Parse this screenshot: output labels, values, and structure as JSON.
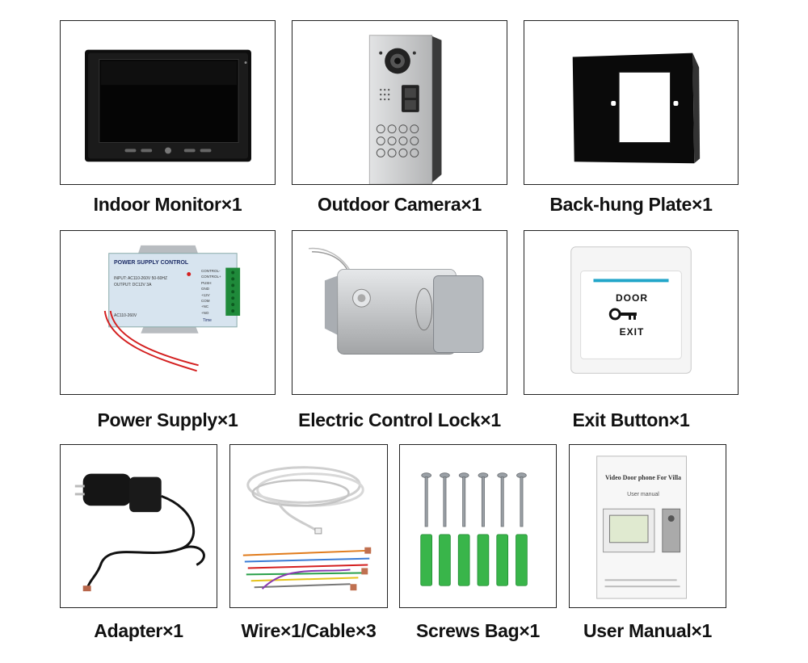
{
  "items": [
    {
      "label": "Indoor Monitor×1",
      "icon": "indoor-monitor-image"
    },
    {
      "label": "Outdoor Camera×1",
      "icon": "outdoor-camera-image"
    },
    {
      "label": "Back-hung Plate×1",
      "icon": "back-hung-plate-image"
    },
    {
      "label": "Power Supply×1",
      "icon": "power-supply-image"
    },
    {
      "label": "Electric Control Lock×1",
      "icon": "electric-lock-image"
    },
    {
      "label": "Exit Button×1",
      "icon": "exit-button-image"
    },
    {
      "label": "Adapter×1",
      "icon": "adapter-image"
    },
    {
      "label": "Wire×1/Cable×3",
      "icon": "wire-cable-image"
    },
    {
      "label": "Screws Bag×1",
      "icon": "screws-bag-image"
    },
    {
      "label": "User Manual×1",
      "icon": "user-manual-image"
    }
  ],
  "power_supply": {
    "title": "POWER SUPPLY CONTROL",
    "input": "INPUT: AC110-260V 50-60HZ",
    "output": "OUTPUT: DC12V 3A",
    "ac": "AC110-260V",
    "terminals": [
      "CONTROL-",
      "CONTROL+",
      "PUSH",
      "GND",
      "+12V",
      "COM",
      "+NC",
      "+NO"
    ],
    "time": "Time"
  },
  "exit_button": {
    "top": "DOOR",
    "bottom": "EXIT"
  },
  "manual": {
    "title": "Video Door phone For Villa",
    "subtitle": "User manual"
  },
  "colors": {
    "accent_green": "#39b54a",
    "wire_red": "#d42020",
    "monitor_black": "#111111"
  }
}
